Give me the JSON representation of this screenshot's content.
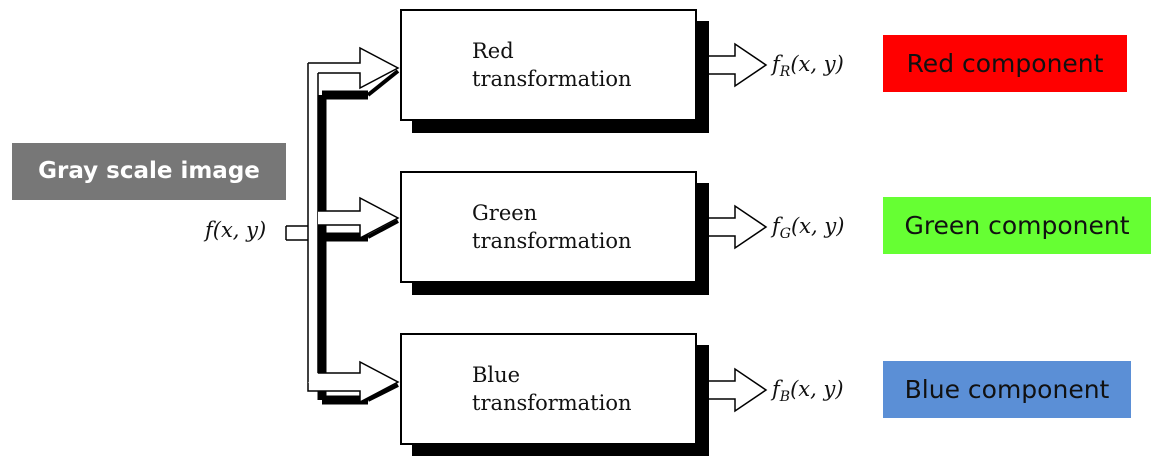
{
  "input": {
    "tag": "Gray scale image",
    "tag_color": "#777777",
    "signal_label": "f(x, y)"
  },
  "channels": [
    {
      "line1": "Red",
      "line2": "transformation",
      "output_func": "f",
      "output_sub": "R",
      "output_args": "(x, y)",
      "component": "Red component",
      "color": "#ff0000"
    },
    {
      "line1": "Green",
      "line2": "transformation",
      "output_func": "f",
      "output_sub": "G",
      "output_args": "(x, y)",
      "component": "Green component",
      "color": "#66ff33"
    },
    {
      "line1": "Blue",
      "line2": "transformation",
      "output_func": "f",
      "output_sub": "B",
      "output_args": "(x, y)",
      "component": "Blue component",
      "color": "#5b8fd6"
    }
  ]
}
